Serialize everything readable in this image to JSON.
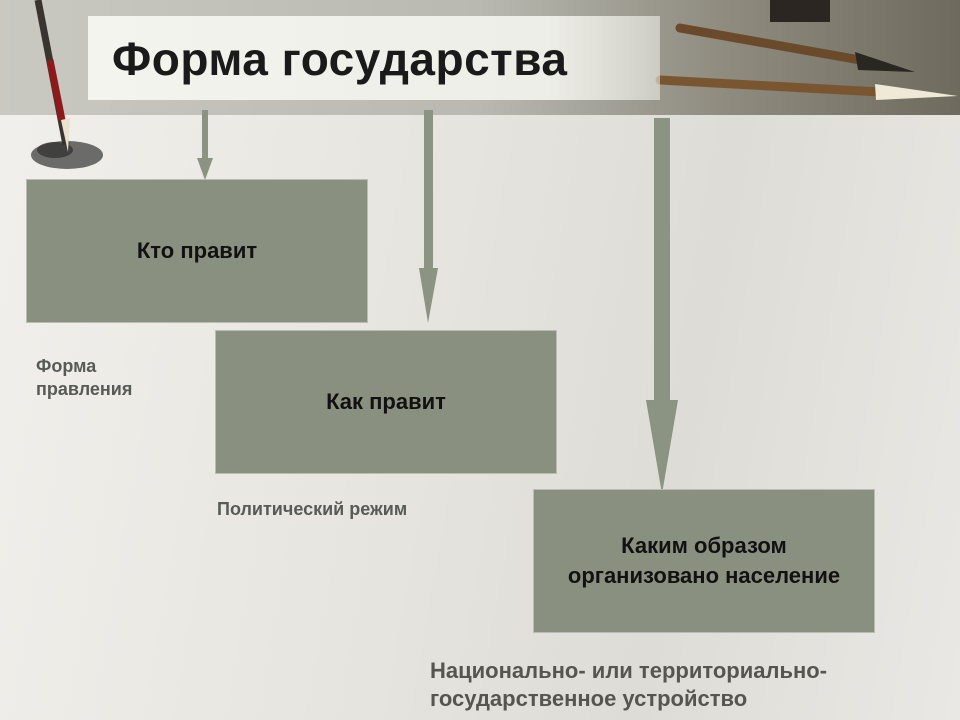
{
  "title": "Форма государства",
  "boxes": {
    "who_rules": "Кто правит",
    "how_rules": "Как правит",
    "organized_line1": "Каким образом",
    "organized_line2": "организовано население"
  },
  "labels": {
    "form_line1": "Форма",
    "form_line2": "правления",
    "regime": "Политический режим",
    "national_line1": "Национально- или территориально-",
    "national_line2": "государственное устройство"
  },
  "colors": {
    "box_fill": "#8a9080",
    "arrow": "#8b9382",
    "label_text": "#585b55"
  }
}
